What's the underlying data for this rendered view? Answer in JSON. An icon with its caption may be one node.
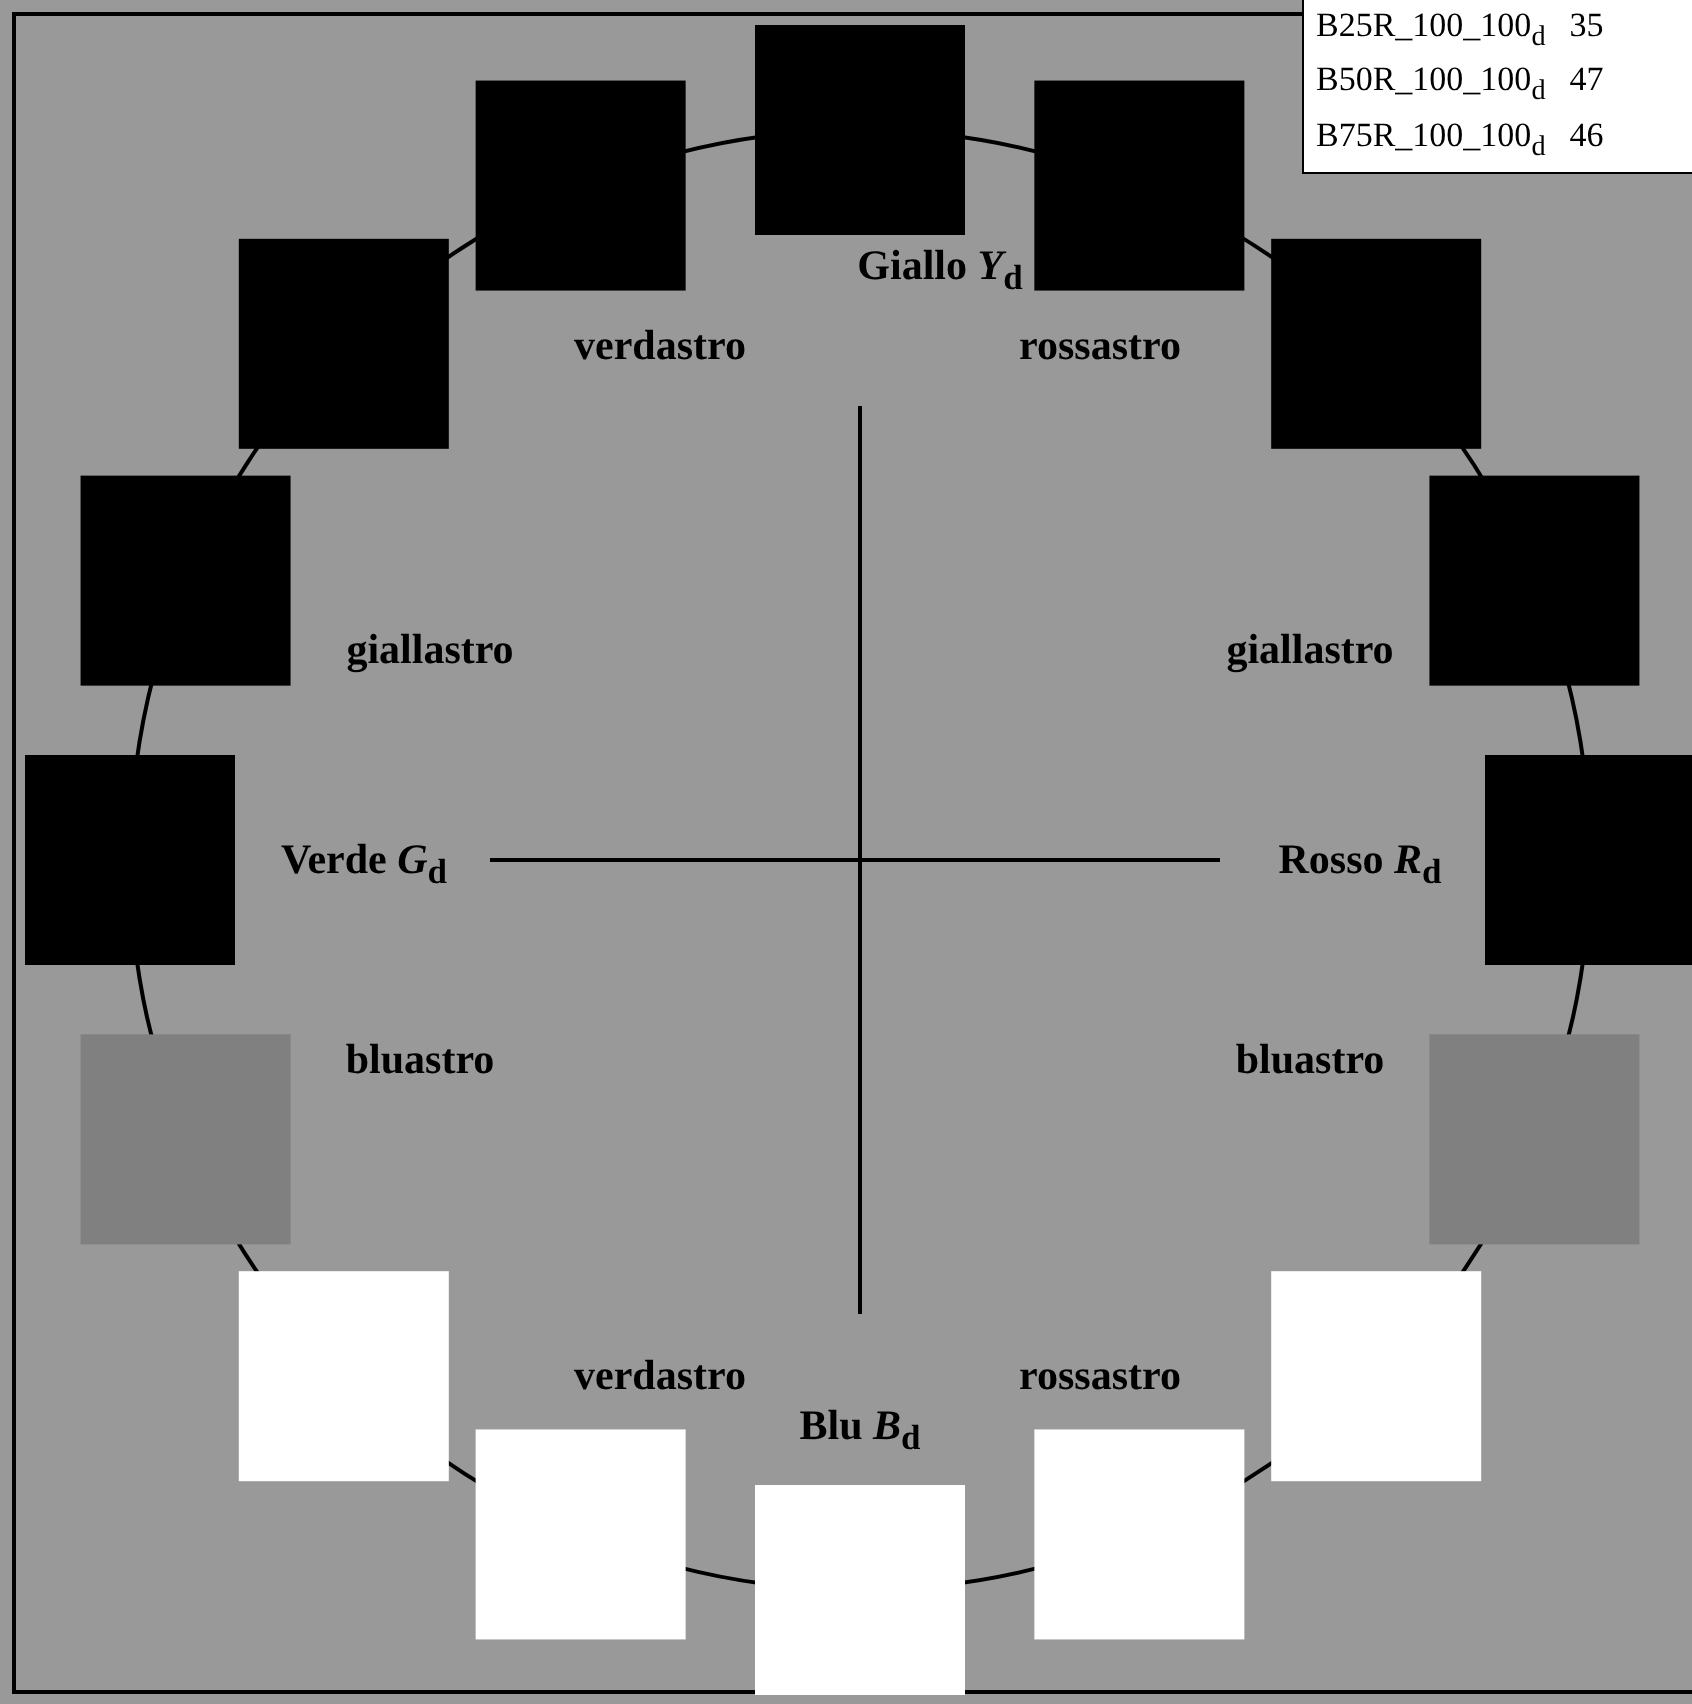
{
  "diagram": {
    "labels": [
      "B25R_100_100$_{d}$",
      "35",
      "B50R_100_100$_{d}$",
      "47",
      "B75R_100_100$_{d}$",
      "46",
      "Giallo *Y*$_{d}$",
      "verdastro",
      "rossastro",
      "giallastro",
      "giallastro",
      "Verde *G*$_{d}$",
      "Rosso *R*$_{d}$",
      "bluastro",
      "bluastro",
      "verdastro",
      "rossastro",
      "Blu *B*$_{d}$"
    ]
  }
}
